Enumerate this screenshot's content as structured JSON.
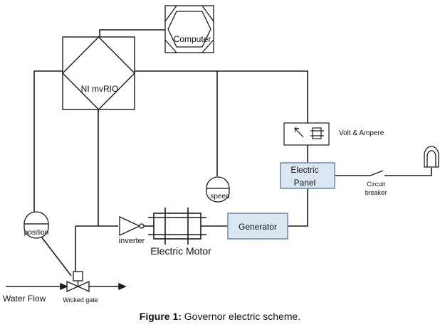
{
  "diagram": {
    "nodes": {
      "computer": "Computer",
      "controller": "NI mvRIO",
      "meter": "Volt & Ampere",
      "panel_line1": "Electric",
      "panel_line2": "Panel",
      "breaker_line1": "Circuit",
      "breaker_line2": "breaker",
      "speed_sensor": "speed",
      "position_sensor": "position",
      "generator": "Generator",
      "inverter": "inverter",
      "motor": "Electric Motor",
      "gate": "Wicked gate",
      "inflow": "Water Flow"
    },
    "colors": {
      "line": "#1a1a1a",
      "box_fill": "#dbe6f3",
      "box_stroke": "#6f8fb4",
      "position_text": "#3e6e2e"
    }
  },
  "caption": {
    "label": "Figure 1:",
    "text": "Governor electric scheme."
  }
}
